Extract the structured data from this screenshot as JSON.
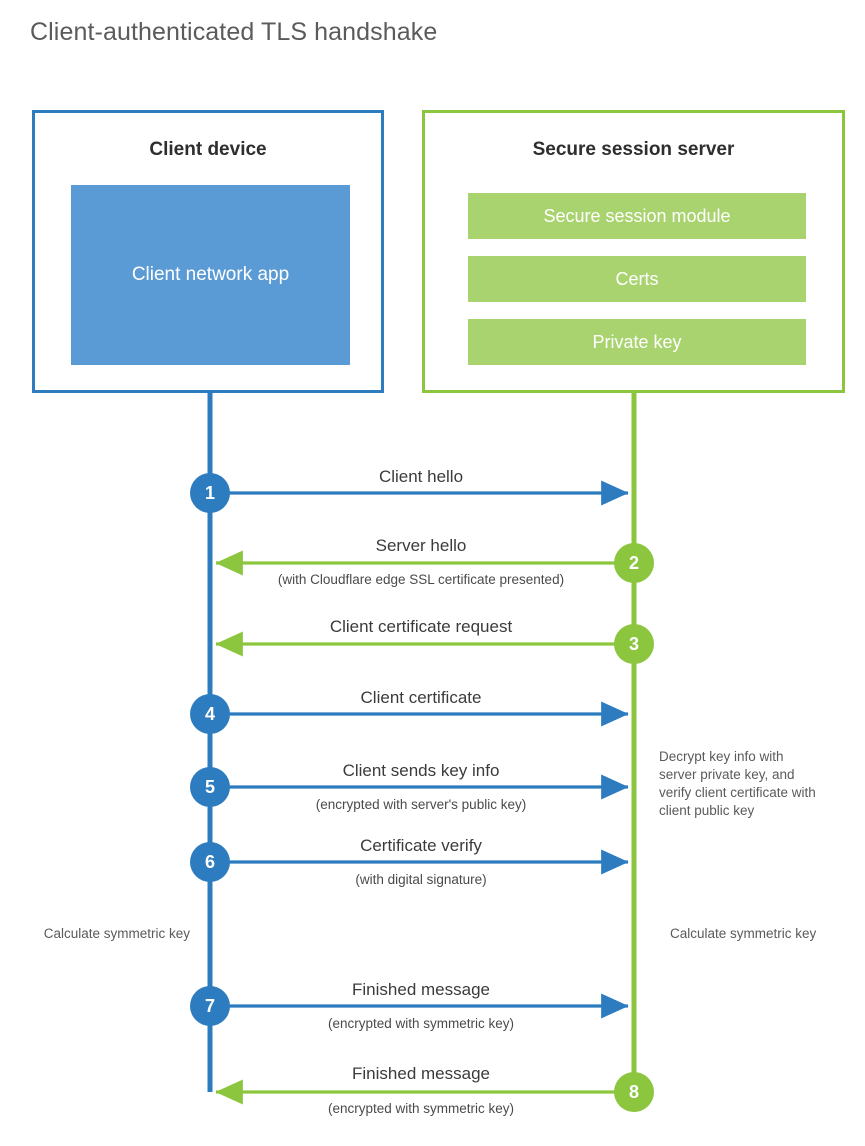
{
  "diagram": {
    "title": "Client-authenticated TLS handshake",
    "colors": {
      "client_blue": "#2e7cc0",
      "client_app_fill": "#5b9bd5",
      "server_green": "#8cc63f",
      "server_bar_fill": "#a9d36f",
      "title_text": "#5b5b5b",
      "label_text": "#3b3b3b",
      "note_text": "#5a5a5a",
      "background": "#ffffff"
    },
    "parties": [
      {
        "id": "client",
        "title": "Client device",
        "accent": "#2e7cc0",
        "items": [
          {
            "label": "Client network app"
          }
        ]
      },
      {
        "id": "server",
        "title": "Secure session server",
        "accent": "#8cc63f",
        "items": [
          {
            "label": "Secure session module"
          },
          {
            "label": "Certs"
          },
          {
            "label": "Private key"
          }
        ]
      }
    ],
    "steps": [
      {
        "number": "1",
        "label": "Client hello",
        "sub": "",
        "direction": "client-to-server",
        "color": "blue"
      },
      {
        "number": "2",
        "label": "Server hello",
        "sub": "(with Cloudflare edge SSL certificate presented)",
        "direction": "server-to-client",
        "color": "green"
      },
      {
        "number": "3",
        "label": "Client certificate request",
        "sub": "",
        "direction": "server-to-client",
        "color": "green"
      },
      {
        "number": "4",
        "label": "Client certificate",
        "sub": "",
        "direction": "client-to-server",
        "color": "blue"
      },
      {
        "number": "5",
        "label": "Client sends key info",
        "sub": "(encrypted with server's public key)",
        "direction": "client-to-server",
        "color": "blue"
      },
      {
        "number": "6",
        "label": "Certificate verify",
        "sub": "(with digital signature)",
        "direction": "client-to-server",
        "color": "blue"
      },
      {
        "number": "7",
        "label": "Finished message",
        "sub": "(encrypted with symmetric key)",
        "direction": "client-to-server",
        "color": "blue"
      },
      {
        "number": "8",
        "label": "Finished message",
        "sub": "(encrypted with symmetric key)",
        "direction": "server-to-client",
        "color": "green"
      }
    ],
    "notes": [
      {
        "id": "server-decrypt",
        "side": "right",
        "text": "Decrypt key info with server private key, and verify client certificate with client public key"
      },
      {
        "id": "client-calc-key",
        "side": "left",
        "text": "Calculate symmetric key"
      },
      {
        "id": "server-calc-key",
        "side": "right",
        "text": "Calculate symmetric key"
      }
    ]
  }
}
